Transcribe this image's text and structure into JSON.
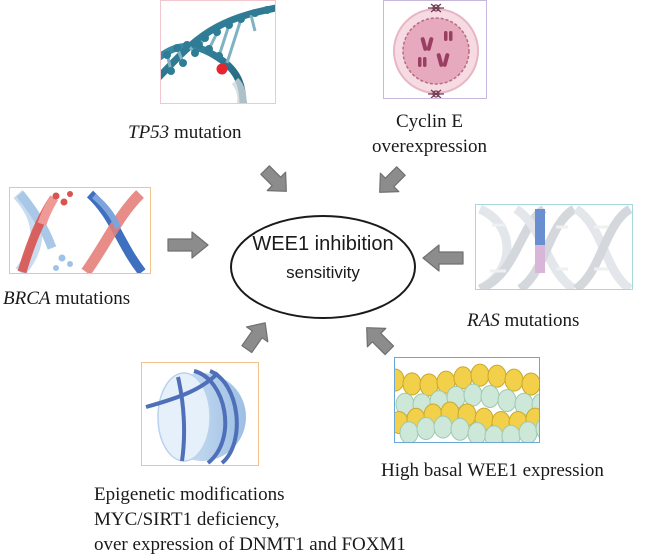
{
  "center": {
    "line1": "WEE1 inhibition",
    "line2": "sensitivity"
  },
  "factors": {
    "tp53": {
      "gene": "TP53",
      "rest": " mutation"
    },
    "cyclin": {
      "line1": "Cyclin E",
      "line2": "overexpression"
    },
    "brca": {
      "gene": "BRCA",
      "rest": " mutations"
    },
    "ras": {
      "gene": "RAS",
      "rest": " mutations"
    },
    "wee1": {
      "text": "High basal WEE1 expression"
    },
    "epigenetic": {
      "line1": "Epigenetic modifications",
      "line2": "MYC/SIRT1 deficiency,",
      "line3": "over expression of DNMT1 and FOXM1"
    }
  },
  "colors": {
    "tp53_frame": "#f2c6cf",
    "cyclin_frame": "#c9b8de",
    "brca_frame": "#f3c38e",
    "ras_frame": "#a8d8dc",
    "wee1_frame": "#6aa7d6",
    "epi_frame": "#f3c38e",
    "arrow": "#8c8c8c"
  },
  "icons": {
    "tp53": "dna-helix-mutation-icon",
    "cyclin": "cell-nucleus-chromosome-icon",
    "brca": "dna-break-icon",
    "ras": "dna-strand-icon",
    "wee1": "protein-beads-icon",
    "epi": "nucleosome-icon"
  }
}
